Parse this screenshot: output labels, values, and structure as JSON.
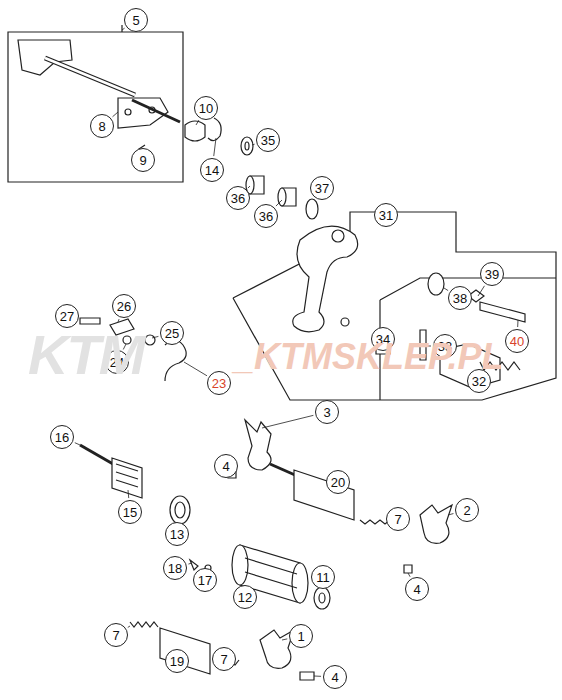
{
  "diagram": {
    "labels": [
      "5",
      "8",
      "9",
      "10",
      "14",
      "35",
      "36",
      "36",
      "37",
      "31",
      "39",
      "38",
      "40",
      "34",
      "33",
      "32",
      "27",
      "26",
      "25",
      "24",
      "23",
      "3",
      "4",
      "20",
      "16",
      "15",
      "13",
      "7",
      "2",
      "18",
      "17",
      "12",
      "11",
      "4",
      "7",
      "19",
      "1",
      "7",
      "4",
      "KTM",
      "_KTMSKLEP.PL"
    ]
  }
}
